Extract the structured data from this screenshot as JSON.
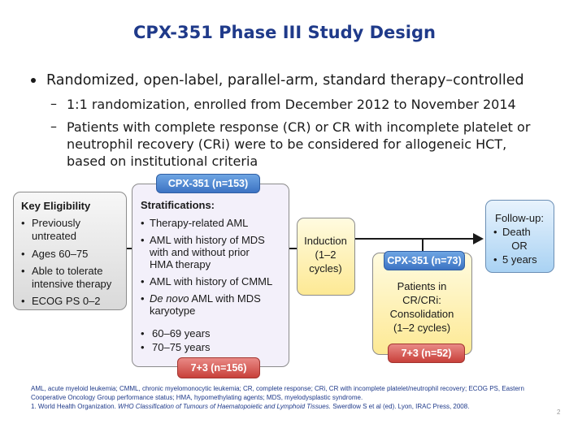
{
  "title": "CPX-351 Phase III Study Design",
  "bullets": {
    "main": "Randomized, open-label, parallel-arm, standard therapy–controlled",
    "sub1": "1:1 randomization, enrolled from December 2012 to November 2014",
    "sub2_l1": "Patients with complete response (CR) or CR with incomplete platelet or",
    "sub2_l2": "neutrophil recovery (CRi) were to be considered for allogeneic HCT,",
    "sub2_l3": "based on institutional criteria"
  },
  "eligibility": {
    "heading": "Key Eligibility",
    "items": [
      [
        "Previously",
        "untreated"
      ],
      [
        "Ages 60–75"
      ],
      [
        "Able to tolerate",
        "intensive therapy"
      ],
      [
        "ECOG PS 0–2"
      ]
    ]
  },
  "stratifications": {
    "heading": "Stratifications:",
    "items": [
      [
        "Therapy-related AML"
      ],
      [
        "AML with history of MDS",
        "with and without prior",
        "HMA therapy"
      ],
      [
        "AML with history of CMML"
      ],
      [
        "De novo AML with MDS",
        "karyotype"
      ]
    ],
    "italic_prefix": "De novo",
    "item4_rest": " AML with MDS",
    "ages": [
      "60–69 years",
      "70–75 years"
    ]
  },
  "arms": {
    "cpx_top": "CPX-351 (n=153)",
    "std_bottom": "7+3 (n=156)",
    "cpx_consol": "CPX-351 (n=73)",
    "std_consol": "7+3 (n=52)"
  },
  "induction": [
    "Induction",
    "(1–2",
    "cycles)"
  ],
  "consolidation": [
    "Patients in",
    "CR/CRi:",
    "Consolidation",
    "(1–2 cycles)"
  ],
  "followup": {
    "heading": "Follow-up:",
    "items": [
      "Death",
      "OR",
      "5 years"
    ]
  },
  "footnotes": {
    "line1": "AML, acute myeloid leukemia; CMML, chronic myelomonocytic leukemia; CR, complete response; CRi, CR with incomplete platelet/neutrophil recovery; ECOG PS, Eastern",
    "line2": "Cooperative Oncology Group performance status; HMA, hypomethylating agents; MDS, myelodysplastic syndrome.",
    "line3_a": "1. World Health Organization. ",
    "line3_b": "WHO Classification of Tumours of Haematopoietic and Lymphoid Tissues.",
    "line3_c": " Swerdlow S et al (ed). Lyon, IRAC Press, 2008."
  },
  "page_number": "2"
}
